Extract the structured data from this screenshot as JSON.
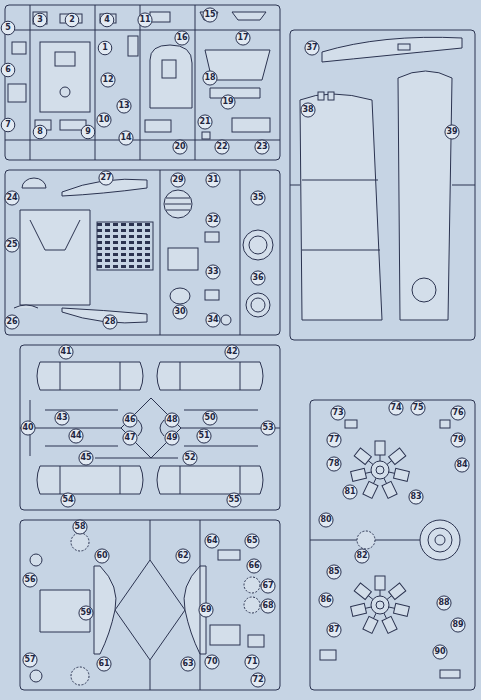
{
  "diagram": {
    "labels": [
      "1",
      "2",
      "3",
      "4",
      "5",
      "6",
      "7",
      "8",
      "9",
      "10",
      "11",
      "12",
      "13",
      "14",
      "15",
      "16",
      "17",
      "18",
      "19",
      "20",
      "21",
      "22",
      "23",
      "24",
      "25",
      "26",
      "27",
      "28",
      "29",
      "30",
      "31",
      "32",
      "33",
      "34",
      "35",
      "36",
      "37",
      "38",
      "39",
      "40",
      "41",
      "42",
      "43",
      "44",
      "45",
      "46",
      "47",
      "48",
      "49",
      "50",
      "51",
      "52",
      "53",
      "54",
      "55",
      "56",
      "57",
      "58",
      "59",
      "60",
      "61",
      "62",
      "63",
      "64",
      "65",
      "66",
      "67",
      "68",
      "69",
      "70",
      "71",
      "72",
      "73",
      "74",
      "75",
      "76",
      "77",
      "78",
      "79",
      "80",
      "81",
      "82",
      "83",
      "84",
      "85",
      "86",
      "87",
      "88",
      "89",
      "90"
    ]
  }
}
